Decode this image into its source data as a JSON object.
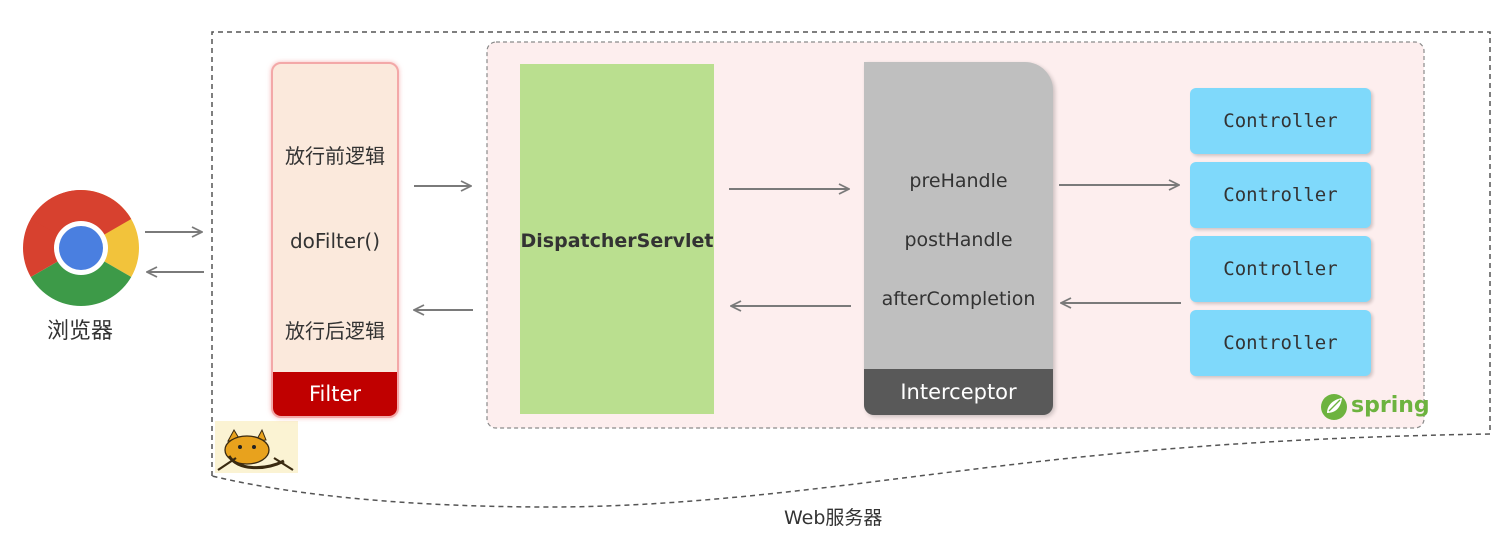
{
  "browser": {
    "label": "浏览器",
    "icon": "chrome-browser-icon"
  },
  "filter": {
    "before_logic": "放行前逻辑",
    "do_filter": "doFilter()",
    "after_logic": "放行后逻辑",
    "footer": "Filter"
  },
  "dispatcher": {
    "label": "DispatcherServlet"
  },
  "interceptor": {
    "pre_handle": "preHandle",
    "post_handle": "postHandle",
    "after_completion": "afterCompletion",
    "footer": "Interceptor"
  },
  "controllers": [
    "Controller",
    "Controller",
    "Controller",
    "Controller"
  ],
  "spring": {
    "label": "spring",
    "icon": "spring-leaf-icon"
  },
  "tomcat": {
    "icon": "tomcat-cat-icon"
  },
  "web_server": {
    "label": "Web服务器"
  },
  "colors": {
    "filter_header": "#c00000",
    "filter_body": "#fbe9dc",
    "dispatcher": "#badf8f",
    "interceptor_body": "#bfbfbf",
    "interceptor_footer": "#595959",
    "controller": "#7fd9fb",
    "spring_region": "#fdeeee",
    "spring_green": "#6db33f"
  }
}
